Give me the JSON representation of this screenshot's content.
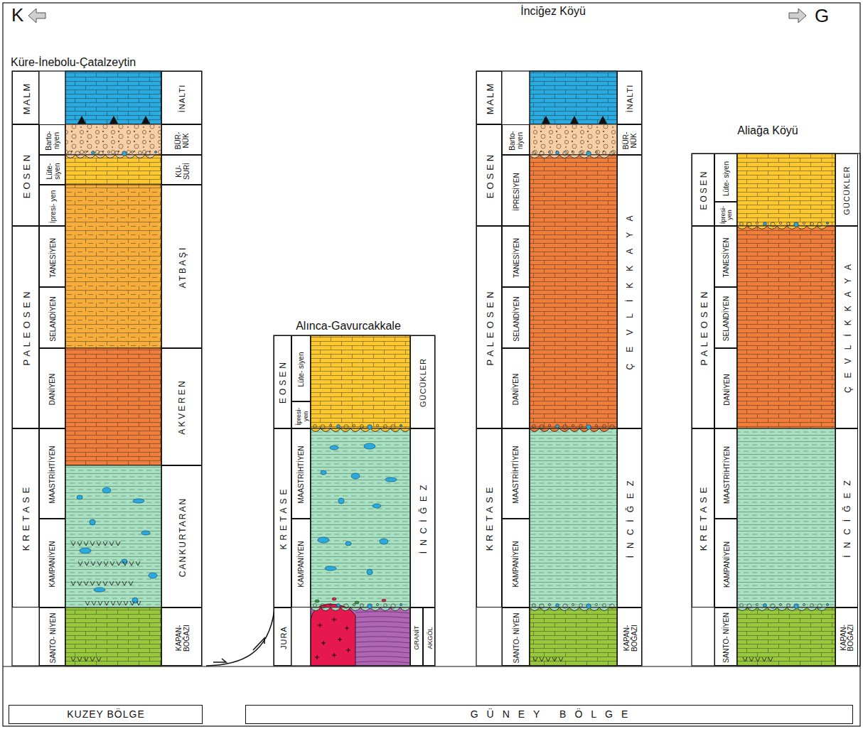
{
  "diagram": {
    "nodes": [
      {
        "text": [
          "Küre-İnebolu-Çatalzeytin"
        ]
      },
      {
        "text": [
          "MALM"
        ],
        "in": 0
      },
      {
        "text": [
          "EOSEN"
        ],
        "in": 0
      },
      {
        "text": [
          "PALEOSEN"
        ],
        "in": 0
      },
      {
        "text": [
          "KRETASE"
        ],
        "in": 0
      },
      {
        "text": [
          "Barto- niyen"
        ],
        "in": 0
      },
      {
        "text": [
          "Lüte- siyen"
        ],
        "in": 0
      },
      {
        "text": [
          "İpresi- yen"
        ],
        "in": 0
      },
      {
        "text": [
          "TANESİYEN"
        ],
        "in": 0
      },
      {
        "text": [
          "SELANDİYEN"
        ],
        "in": 0
      },
      {
        "text": [
          "DANİYEN"
        ],
        "in": 0
      },
      {
        "text": [
          "MAASTRİHTİYEN"
        ],
        "in": 0
      },
      {
        "text": [
          "KAMPANİYEN"
        ],
        "in": 0
      },
      {
        "text": [
          "SANTO- NİYEN"
        ],
        "in": 0
      },
      {
        "text": [
          "İNALTI"
        ],
        "in": 0
      },
      {
        "text": [
          "BÜR- NÜK"
        ],
        "in": 0
      },
      {
        "text": [
          "KU- SURİ"
        ],
        "in": 0
      },
      {
        "text": [
          "ATBAŞI"
        ],
        "in": 0
      },
      {
        "text": [
          "AKVEREN"
        ],
        "in": 0
      },
      {
        "text": [
          "CANKURTARAN"
        ],
        "in": 0
      },
      {
        "text": [
          "KAPAN- BOĞAZI"
        ],
        "in": 0
      },
      {
        "text": [
          "Alınca-Gavurcakkale"
        ]
      },
      {
        "text": [
          "EOSEN"
        ],
        "in": 21
      },
      {
        "text": [
          "KRETASE"
        ],
        "in": 21
      },
      {
        "text": [
          "JURA"
        ],
        "in": 21
      },
      {
        "text": [
          "Lüte- siyen"
        ],
        "in": 21
      },
      {
        "text": [
          "İpresi- yen"
        ],
        "in": 21
      },
      {
        "text": [
          "MAASTRİHTİYEN"
        ],
        "in": 21
      },
      {
        "text": [
          "KAMPANİYEN"
        ],
        "in": 21
      },
      {
        "text": [
          "GÜCÜKLER"
        ],
        "in": 21
      },
      {
        "text": [
          "İNCİĞEZ"
        ],
        "in": 21
      },
      {
        "text": [
          "GRANİT"
        ],
        "in": 21
      },
      {
        "text": [
          "AKGÖL"
        ],
        "in": 21
      },
      {
        "text": [
          "İnciğez Köyü"
        ]
      },
      {
        "text": [
          "MALM"
        ],
        "in": 33
      },
      {
        "text": [
          "EOSEN"
        ],
        "in": 33
      },
      {
        "text": [
          "PALEOSEN"
        ],
        "in": 33
      },
      {
        "text": [
          "KRETASE"
        ],
        "in": 33
      },
      {
        "text": [
          "Barto- niyen"
        ],
        "in": 33
      },
      {
        "text": [
          "İPRESİYEN"
        ],
        "in": 33
      },
      {
        "text": [
          "TANESİYEN"
        ],
        "in": 33
      },
      {
        "text": [
          "SELANDİYEN"
        ],
        "in": 33
      },
      {
        "text": [
          "DANİYEN"
        ],
        "in": 33
      },
      {
        "text": [
          "MAASTRİHTİYEN"
        ],
        "in": 33
      },
      {
        "text": [
          "KAMPANİYEN"
        ],
        "in": 33
      },
      {
        "text": [
          "SANTO- NİYEN"
        ],
        "in": 33
      },
      {
        "text": [
          "İNALTI"
        ],
        "in": 33
      },
      {
        "text": [
          "BÜR- NÜK"
        ],
        "in": 33
      },
      {
        "text": [
          "ÇEVLİKKAYA"
        ],
        "in": 33
      },
      {
        "text": [
          "İNCİĞEZ"
        ],
        "in": 33
      },
      {
        "text": [
          "KAPAN- BOĞAZI"
        ],
        "in": 33
      },
      {
        "text": [
          "Aliağa Köyü"
        ]
      },
      {
        "text": [
          "EOSEN"
        ],
        "in": 51
      },
      {
        "text": [
          "PALEOSEN"
        ],
        "in": 51
      },
      {
        "text": [
          "KRETASE"
        ],
        "in": 51
      },
      {
        "text": [
          "Lüte- siyen"
        ],
        "in": 51
      },
      {
        "text": [
          "İpresi- yen"
        ],
        "in": 51
      },
      {
        "text": [
          "TANESİYEN"
        ],
        "in": 51
      },
      {
        "text": [
          "SELANDİYEN"
        ],
        "in": 51
      },
      {
        "text": [
          "DANİYEN"
        ],
        "in": 51
      },
      {
        "text": [
          "MAASTRİHTİYEN"
        ],
        "in": 51
      },
      {
        "text": [
          "KAMPANİYEN"
        ],
        "in": 51
      },
      {
        "text": [
          "SANTO- NİYEN"
        ],
        "in": 51
      },
      {
        "text": [
          "GÜCÜKLER"
        ],
        "in": 51
      },
      {
        "text": [
          "ÇEVLİKKAYA"
        ],
        "in": 51
      },
      {
        "text": [
          "İNCİĞEZ"
        ],
        "in": 51
      },
      {
        "text": [
          "KAPAN- BOĞAZI"
        ],
        "in": 51
      },
      {
        "text": [
          "KUZEY BÖLGE"
        ]
      },
      {
        "text": [
          "GÜNEY BÖLGE"
        ]
      }
    ],
    "labels": [
      "K",
      "G"
    ]
  }
}
